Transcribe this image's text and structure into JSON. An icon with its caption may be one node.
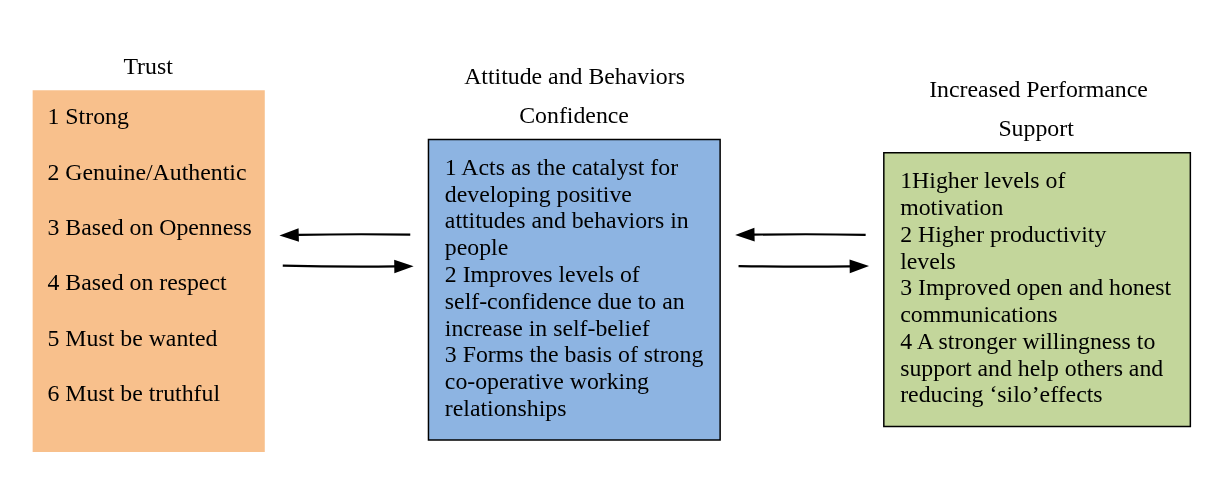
{
  "diagram": {
    "nodes": [
      {
        "text": [
          "Trust",
          "1 Strong",
          "2 Genuine/Authentic",
          "3 Based on Openness",
          "4 Based on respect",
          "5 Must be wanted",
          "6 Must be truthful"
        ]
      },
      {
        "text": [
          "Attitude and Behaviors",
          "Confidence",
          "1 Acts as the catalyst for developing positive attitudes and behaviors in people",
          "2 Improves levels of self-confidence due to an increase in self-belief",
          "3 Forms the basis of strong co-operative working relationships"
        ]
      },
      {
        "text": [
          "Increased Performance",
          "Support",
          "1Higher levels of motivation",
          "2 Higher productivity levels",
          "3 Improved open and honest communications",
          "4 A stronger willingness to support and help others and reducing ‘silo’effects"
        ]
      }
    ],
    "edges": [
      {
        "from": 0,
        "to": 1,
        "arrow": "to"
      },
      {
        "from": 1,
        "to": 2,
        "arrow": "to"
      },
      {
        "from": 2,
        "to": 1,
        "arrow": "to"
      },
      {
        "from": 1,
        "to": 0,
        "arrow": "to"
      }
    ]
  }
}
